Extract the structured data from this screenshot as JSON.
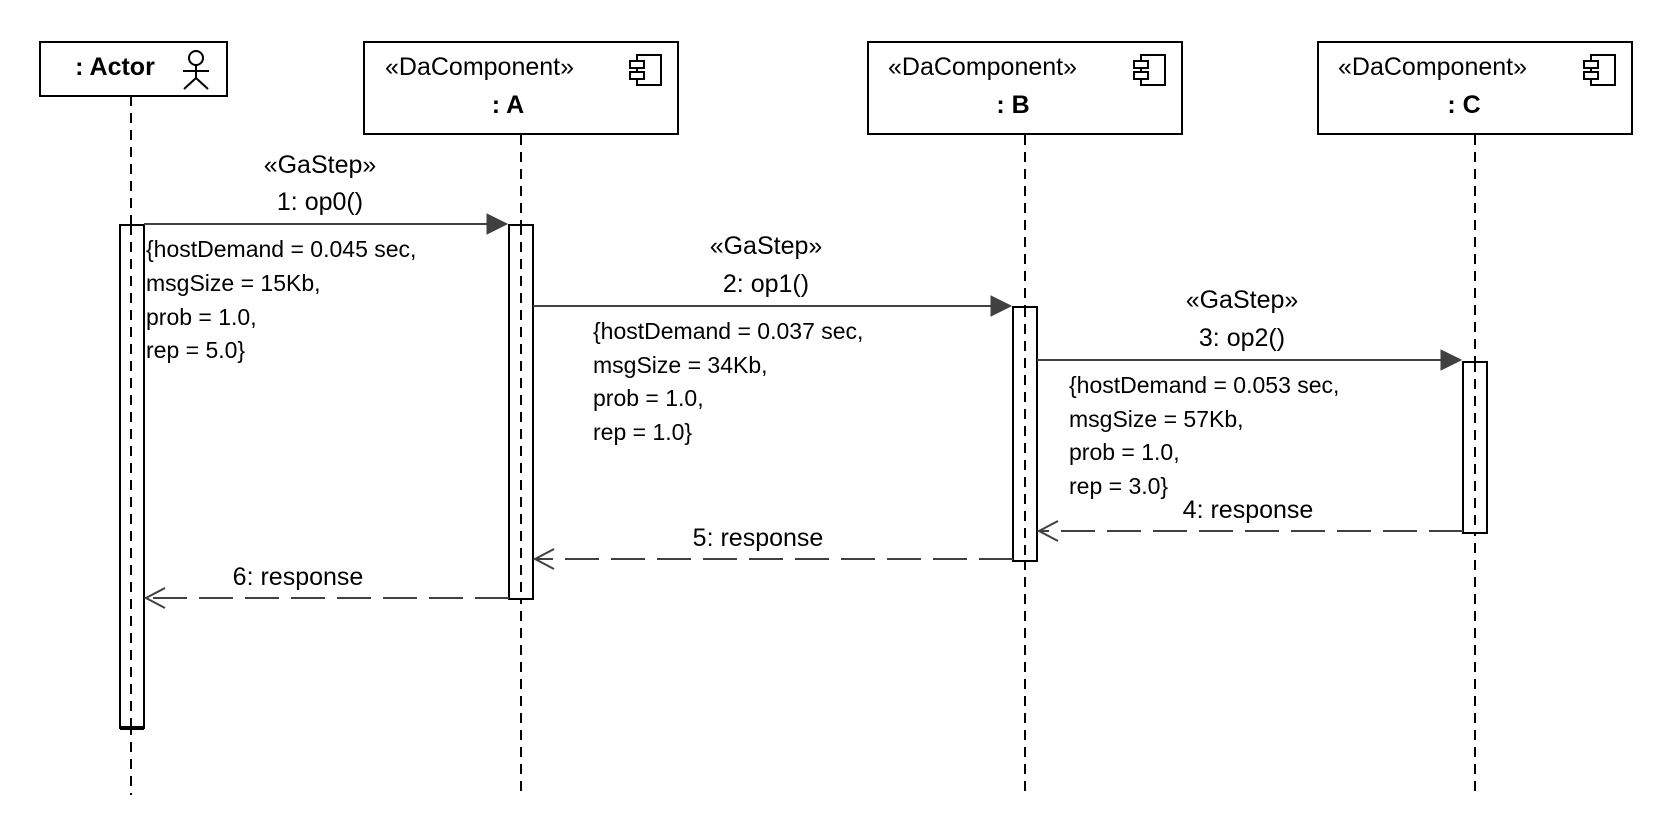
{
  "lifelines": {
    "actor": {
      "name": ": Actor",
      "icon": "stick-figure-icon"
    },
    "a": {
      "stereotype": "«DaComponent»",
      "name": ": A",
      "icon": "component-icon"
    },
    "b": {
      "stereotype": "«DaComponent»",
      "name": ": B",
      "icon": "component-icon"
    },
    "c": {
      "stereotype": "«DaComponent»",
      "name": ": C",
      "icon": "component-icon"
    }
  },
  "messages": {
    "m1": {
      "stereotype": "«GaStep»",
      "label": "1:  op0()",
      "annotation": [
        "{hostDemand = 0.045 sec,",
        "msgSize = 15Kb,",
        "prob = 1.0,",
        "rep = 5.0}"
      ]
    },
    "m2": {
      "stereotype": "«GaStep»",
      "label": "2:  op1()",
      "annotation": [
        "{hostDemand = 0.037 sec,",
        "msgSize = 34Kb,",
        "prob = 1.0,",
        "rep = 1.0}"
      ]
    },
    "m3": {
      "stereotype": "«GaStep»",
      "label": "3:  op2()",
      "annotation": [
        "{hostDemand = 0.053 sec,",
        "msgSize = 57Kb,",
        "prob = 1.0,",
        "rep = 3.0}"
      ]
    },
    "m4": {
      "label": "4:  response"
    },
    "m5": {
      "label": "5:  response"
    },
    "m6": {
      "label": "6:  response"
    }
  },
  "colors": {
    "line": "#000000",
    "arrow": "#404040",
    "background": "#ffffff"
  }
}
